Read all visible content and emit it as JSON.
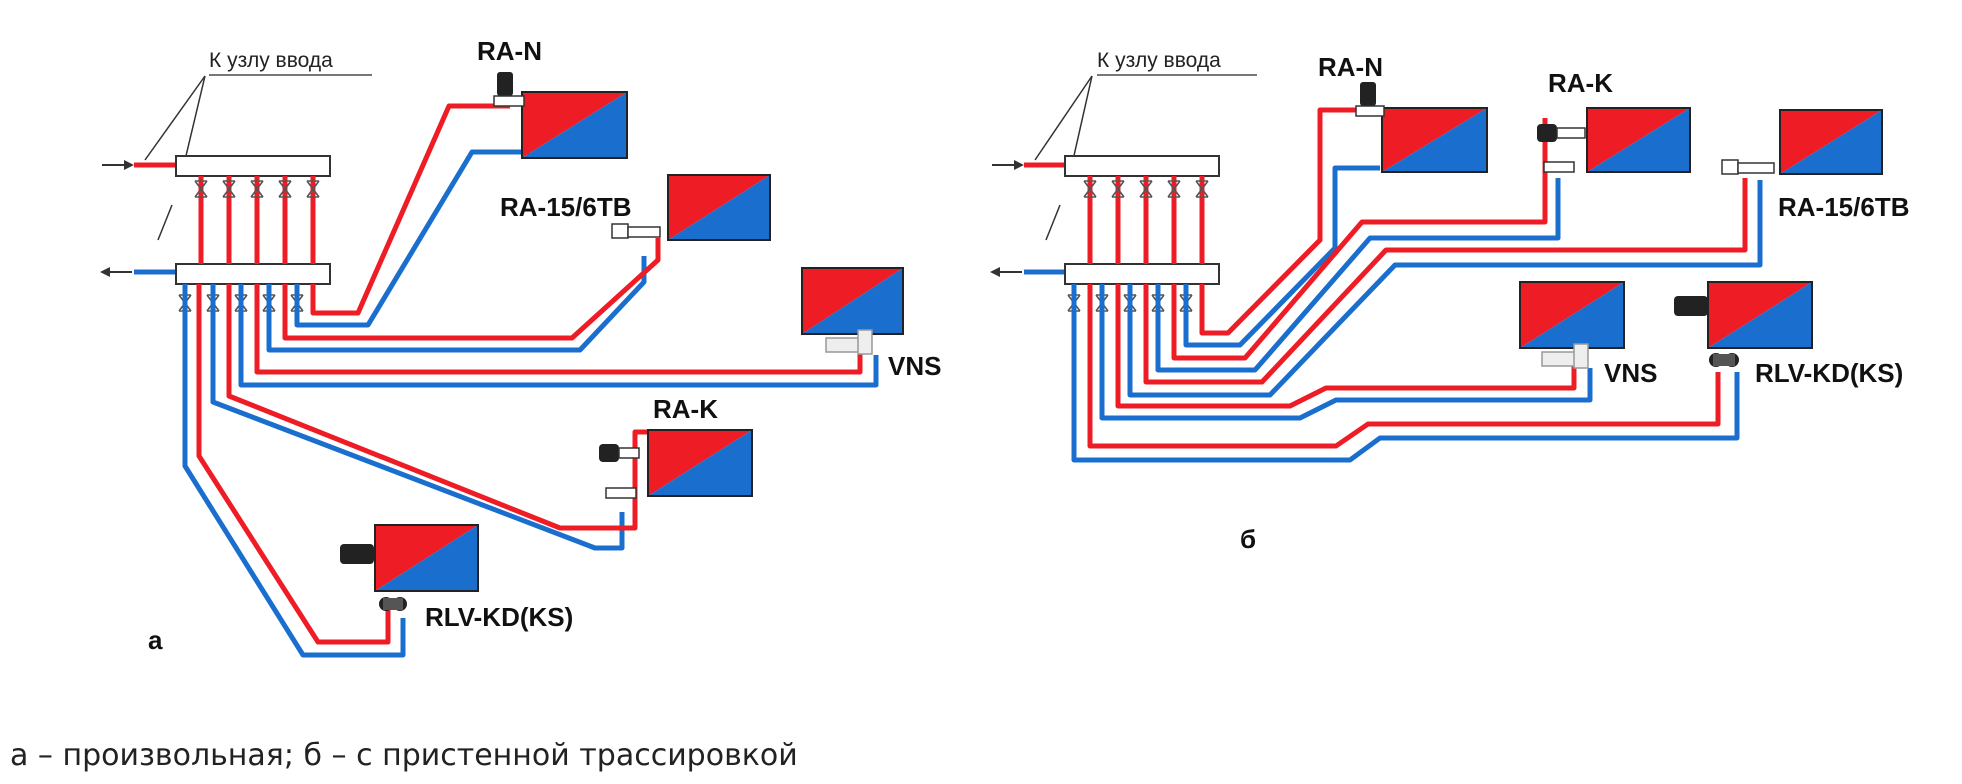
{
  "diagram_a": {
    "inlet_label": "К узлу ввода",
    "valve_labels": {
      "ra_n": "RA-N",
      "ra_15": "RA-15/6ТВ",
      "vns": "VNS",
      "ra_k": "RA-K",
      "rlv": "RLV-KD(KS)"
    },
    "panel_letter": "а"
  },
  "diagram_b": {
    "inlet_label": "К узлу ввода",
    "valve_labels": {
      "ra_n": "RA-N",
      "ra_k": "RA-K",
      "ra_15": "RA-15/6ТВ",
      "vns": "VNS",
      "rlv": "RLV-KD(KS)"
    },
    "panel_letter": "б"
  },
  "caption": "а – произвольная; б – с пристенной трассировкой",
  "colors": {
    "supply": "#ee1c25",
    "return": "#1a6fce",
    "radiator_hot": "#ee1c25",
    "radiator_cold": "#1a6fce"
  }
}
